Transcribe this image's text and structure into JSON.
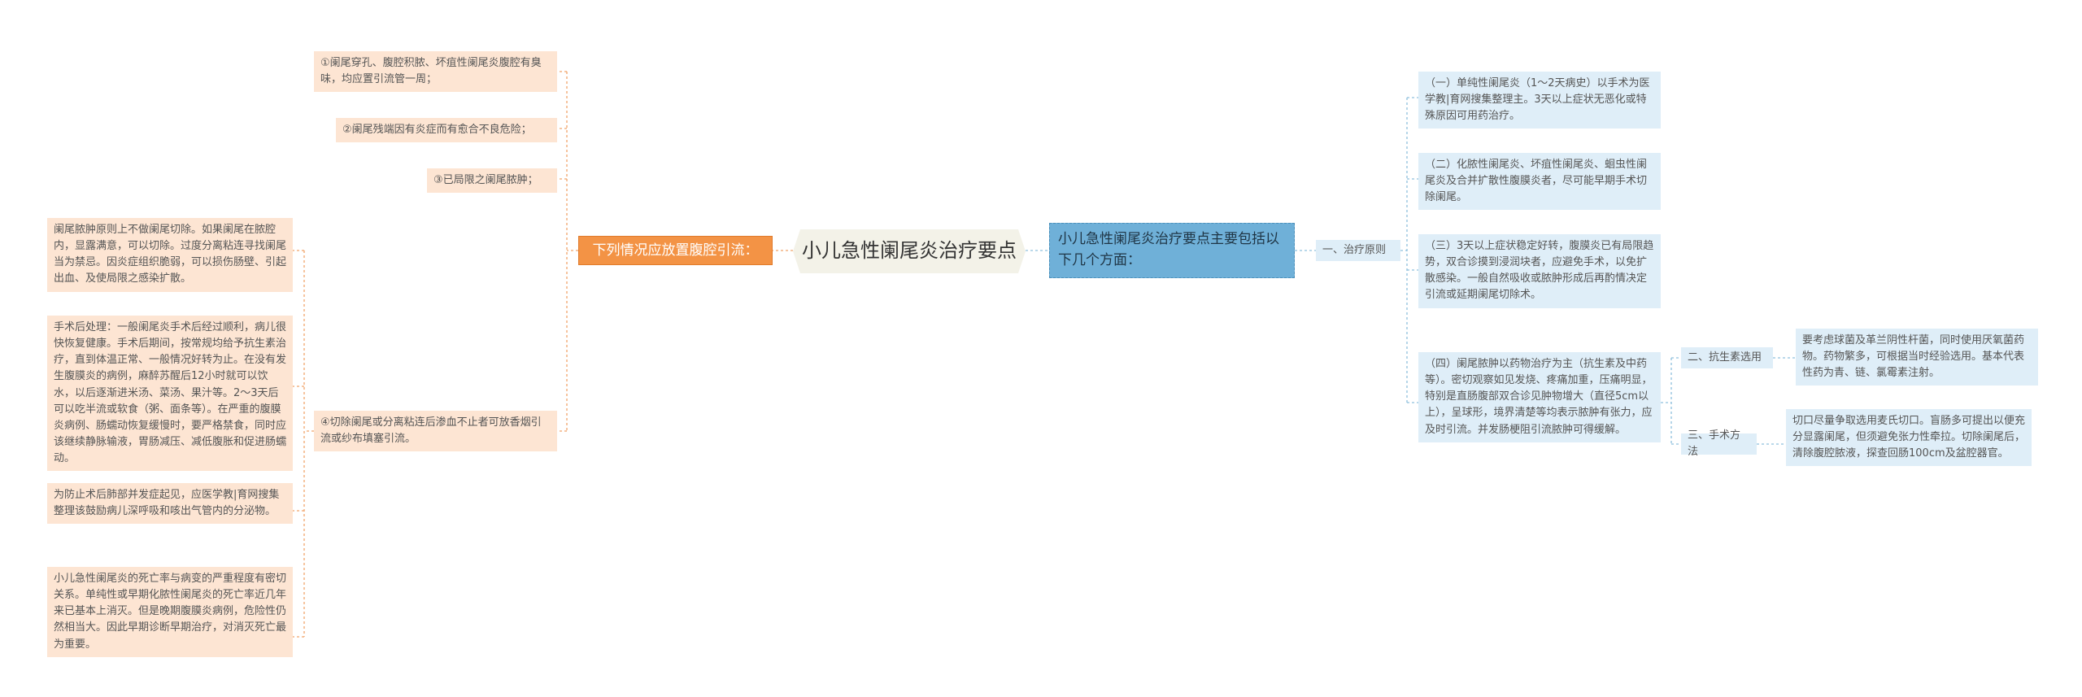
{
  "center": {
    "title": "小儿急性阑尾炎治疗要点"
  },
  "left": {
    "branch": "下列情况应放置腹腔引流：",
    "items": [
      "①阑尾穿孔、腹腔积脓、坏疽性阑尾炎腹腔有臭味，均应置引流管一周；",
      "②阑尾残端因有炎症而有愈合不良危险；",
      "③已局限之阑尾脓肿；",
      "④切除阑尾或分离粘连后渗血不止者可放香烟引流或纱布填塞引流。"
    ],
    "subitems": [
      "阑尾脓肿原则上不做阑尾切除。如果阑尾在脓腔内，显露满意，可以切除。过度分离粘连寻找阑尾当为禁忌。因炎症组织脆弱，可以损伤肠壁、引起出血、及使局限之感染扩散。",
      "手术后处理：一般阑尾炎手术后经过顺利，病儿很快恢复健康。手术后期间，按常规均给予抗生素治疗，直到体温正常、一般情况好转为止。在没有发生腹膜炎的病例，麻醉苏醒后12小时就可以饮水，以后逐渐进米汤、菜汤、果汁等。2～3天后可以吃半流或软食（粥、面条等）。在严重的腹膜炎病例、肠蠕动恢复缓慢时，要严格禁食，同时应该继续静脉输液，胃肠减压、减低腹胀和促进肠蠕动。",
      "为防止术后肺部并发症起见，应医学教|育网搜集整理该鼓励病儿深呼吸和咳出气管内的分泌物。",
      "小儿急性阑尾炎的死亡率与病变的严重程度有密切关系。单纯性或早期化脓性阑尾炎的死亡率近几年来已基本上消灭。但是晚期腹膜炎病例，危险性仍然相当大。因此早期诊断早期治疗，对消灭死亡最为重要。"
    ]
  },
  "right": {
    "main": "小儿急性阑尾炎治疗要点主要包括以下几个方面：",
    "principle_label": "一、治疗原则",
    "principles": [
      "（一）单纯性阑尾炎（1～2天病史）以手术为医学教|育网搜集整理主。3天以上症状无恶化或特殊原因可用药治疗。",
      "（二）化脓性阑尾炎、坏疽性阑尾炎、蛔虫性阑尾炎及合并扩散性腹膜炎者，尽可能早期手术切除阑尾。",
      "（三）3天以上症状稳定好转，腹膜炎已有局限趋势，双合诊摸到浸润块者，应避免手术，以免扩散感染。一般自然吸收或脓肿形成后再酌情决定引流或延期阑尾切除术。",
      "（四）阑尾脓肿以药物治疗为主（抗生素及中药等）。密切观察如见发烧、疼痛加重，压痛明显，特别是直肠腹部双合诊见肿物增大（直径5cm以上），呈球形，境界清楚等均表示脓肿有张力，应及时引流。并发肠梗阻引流脓肿可得缓解。"
    ],
    "antibiotic_label": "二、抗生素选用",
    "antibiotic_text": "要考虑球菌及革兰阴性杆菌，同时使用厌氧菌药物。药物繁多，可根据当时经验选用。基本代表性药为青、链、氯霉素注射。",
    "surgery_label": "三、手术方法",
    "surgery_text": "切口尽量争取选用麦氏切口。盲肠多可提出以便充分显露阑尾，但须避免张力性牵拉。切除阑尾后，清除腹腔脓液，探查回肠100cm及盆腔器官。"
  },
  "colors": {
    "link_left": "#f0a36a",
    "link_right": "#8fc0dd",
    "orange": "#f39345",
    "blue": "#6fb0d8"
  }
}
